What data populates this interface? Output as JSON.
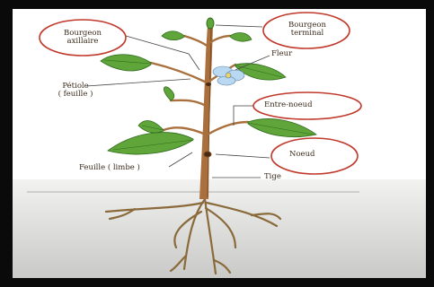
{
  "colors": {
    "frame": "#0a0a0a",
    "background": "#ffffff",
    "ground_gradient_top": "#f2f2f0",
    "ground_gradient_bottom": "#c9c9c7",
    "stem": "#a9703d",
    "stem_dark": "#7a4a22",
    "leaf": "#5fa53a",
    "leaf_dark": "#2f6b1c",
    "flower": "#b9d8f2",
    "root": "#8a6a3a",
    "callout_circle": "#c0392b",
    "leader_line": "#444444",
    "label_text": "#3a2a1a"
  },
  "labels": {
    "bourgeon_axillaire": "Bourgeon\naxillaire",
    "bourgeon_terminal": "Bourgeon\nterminal",
    "fleur": "Fleur",
    "petiole": "Pétiole\n( feuille )",
    "entre_noeud": "Entre-noeud",
    "noeud": "Noeud",
    "feuille_limbe": "Feuille ( limbe )",
    "tige": "Tige"
  }
}
